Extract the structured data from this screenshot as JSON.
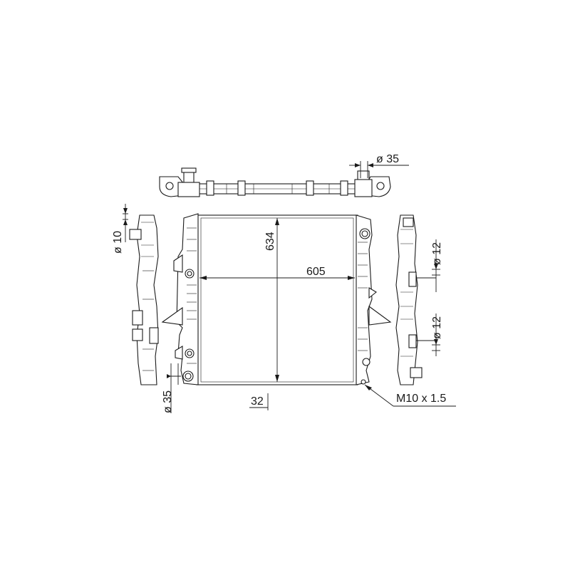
{
  "dimensions": {
    "width_label": "605",
    "height_label": "634",
    "core_depth_label": "32",
    "top_pipe_diameter_label": "ø 35",
    "left_small_pipe_label": "ø 10",
    "bottom_pipe_diameter_label": "ø 35",
    "right_upper_pipe_label": "ø 12",
    "right_lower_pipe_label": "ø 12",
    "thread_label": "M10 x 1.5"
  },
  "colors": {
    "line": "#1a1a1a",
    "background": "#ffffff"
  }
}
